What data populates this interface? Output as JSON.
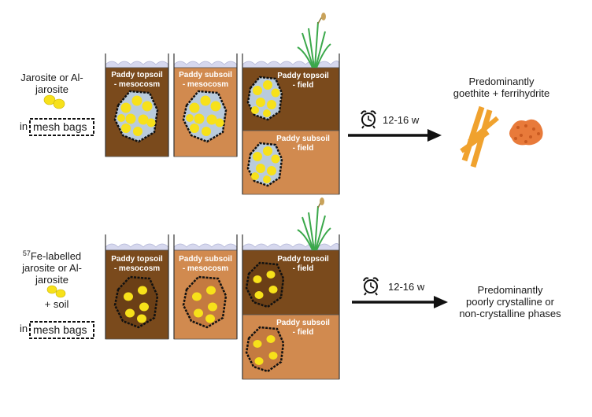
{
  "top_row": {
    "input_label_line1": "Jarosite or Al-",
    "input_label_line2": "jarosite",
    "bag_label_prefix": "in",
    "bag_label": "mesh bags",
    "containers": [
      {
        "line1": "Paddy topsoil",
        "line2": "- mesocosm"
      },
      {
        "line1": "Paddy subsoil",
        "line2": "- mesocosm"
      },
      {
        "line1": "Paddy topsoil",
        "line2": "- field"
      },
      {
        "line1": "Paddy subsoil",
        "line2": "- field"
      }
    ],
    "duration": "12-16 w",
    "result_line1": "Predominantly",
    "result_line2": "goethite + ferrihydrite"
  },
  "bottom_row": {
    "input_label_sup": "57",
    "input_label_line1": "Fe-labelled",
    "input_label_line2": "jarosite or Al-",
    "input_label_line3": "jarosite",
    "soil_label": "+ soil",
    "bag_label_prefix": "in",
    "bag_label": "mesh bags",
    "containers": [
      {
        "line1": "Paddy topsoil",
        "line2": "- mesocosm"
      },
      {
        "line1": "Paddy subsoil",
        "line2": "- mesocosm"
      },
      {
        "line1": "Paddy topsoil",
        "line2": "- field"
      },
      {
        "line1": "Paddy subsoil",
        "line2": "- field"
      }
    ],
    "duration": "12-16 w",
    "result_line1": "Predominantly",
    "result_line2": "poorly crystalline or",
    "result_line3": "non-crystalline phases"
  },
  "colors": {
    "topsoil": "#7a4a1c",
    "subsoil": "#d18a4f",
    "water": "#d6d8ee",
    "jarosite": "#f7e11a",
    "crystal": "#f0a22e",
    "arrow": "#111111"
  },
  "icons": [
    "alarm-clock-icon",
    "rice-plant-icon",
    "mesh-bag-icon",
    "goethite-needles-icon",
    "ferrihydrite-aggregate-icon"
  ]
}
